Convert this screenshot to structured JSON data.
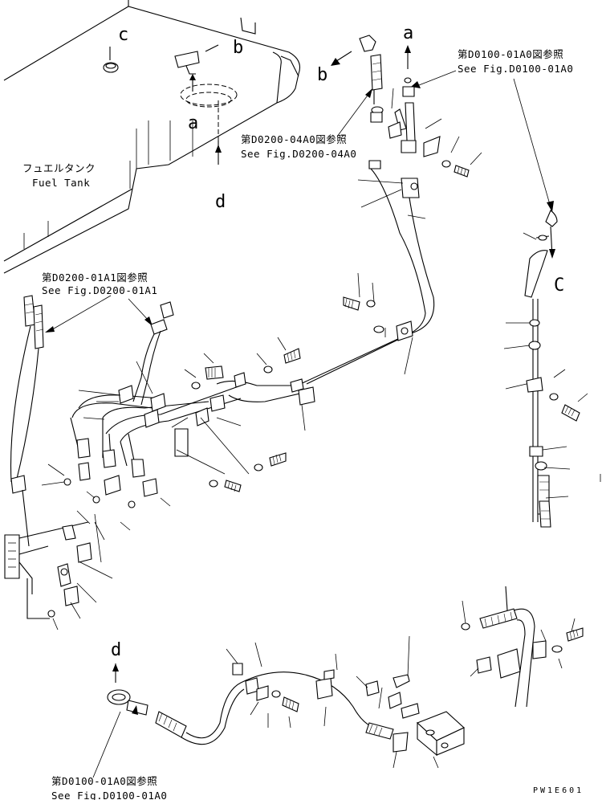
{
  "labels": {
    "fuel_tank_jp": "フュエルタンク",
    "fuel_tank_en": "Fuel Tank",
    "letter_a1": "a",
    "letter_a2": "a",
    "letter_b1": "b",
    "letter_b2": "b",
    "letter_c1": "c",
    "letter_c2": "C",
    "letter_d1": "d",
    "letter_d2": "d"
  },
  "references": {
    "ref_top_right_jp": "第D0100-01A0図参照",
    "ref_top_right_en": "See Fig.D0100-01A0",
    "ref_mid_jp": "第D0200-04A0図参照",
    "ref_mid_en": "See Fig.D0200-04A0",
    "ref_left_jp": "第D0200-01A1図参照",
    "ref_left_en": "See Fig.D0200-01A1",
    "ref_bottom_jp": "第D0100-01A0図参照",
    "ref_bottom_en": "See Fig.D0100-01A0"
  },
  "drawing_code": "PW1E601"
}
